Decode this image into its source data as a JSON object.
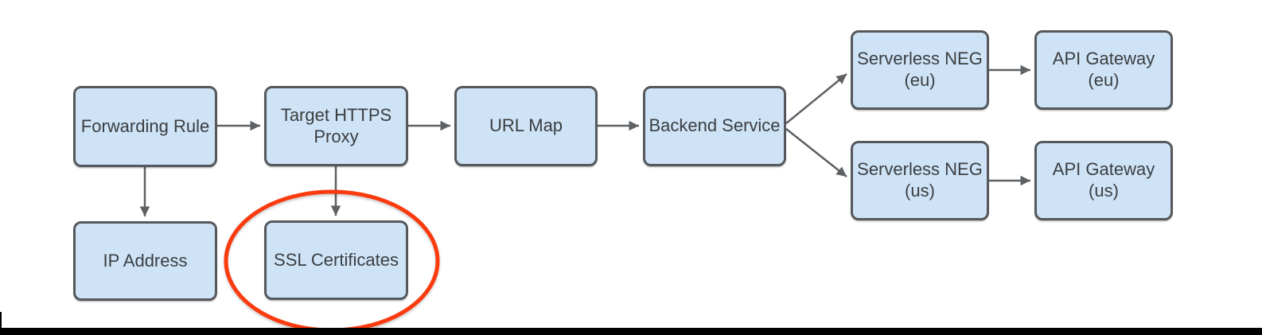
{
  "nodes": {
    "forwarding_rule": {
      "label": "Forwarding Rule"
    },
    "target_https_proxy": {
      "label": "Target HTTPS\nProxy"
    },
    "url_map": {
      "label": "URL Map"
    },
    "backend_service": {
      "label": "Backend Service"
    },
    "serverless_neg_eu": {
      "label": "Serverless NEG\n(eu)"
    },
    "api_gateway_eu": {
      "label": "API Gateway\n(eu)"
    },
    "serverless_neg_us": {
      "label": "Serverless NEG\n(us)"
    },
    "api_gateway_us": {
      "label": "API Gateway\n(us)"
    },
    "ip_address": {
      "label": "IP Address"
    },
    "ssl_certificates": {
      "label": "SSL Certificates"
    }
  },
  "edges": [
    {
      "from": "Forwarding Rule",
      "to": "Target HTTPS Proxy"
    },
    {
      "from": "Target HTTPS Proxy",
      "to": "URL Map"
    },
    {
      "from": "URL Map",
      "to": "Backend Service"
    },
    {
      "from": "Backend Service",
      "to": "Serverless NEG (eu)"
    },
    {
      "from": "Backend Service",
      "to": "Serverless NEG (us)"
    },
    {
      "from": "Serverless NEG (eu)",
      "to": "API Gateway (eu)"
    },
    {
      "from": "Serverless NEG (us)",
      "to": "API Gateway (us)"
    },
    {
      "from": "Forwarding Rule",
      "to": "IP Address"
    },
    {
      "from": "Target HTTPS Proxy",
      "to": "SSL Certificates"
    }
  ],
  "highlight": {
    "shape": "ellipse",
    "around": "SSL Certificates",
    "color": "#fb3a0e"
  },
  "colors": {
    "node_fill": "#cee3f6",
    "node_border": "#55585c",
    "arrow": "#5e6164",
    "text": "#3b3e41",
    "highlight": "#fb3a0e",
    "bottom_bar": "#000000"
  }
}
